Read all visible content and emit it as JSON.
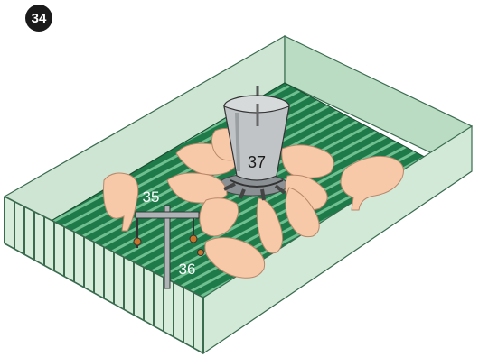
{
  "figure": {
    "badge": "34",
    "labels": {
      "feeder": "37",
      "drinker_group": "35",
      "drinker_post": "36"
    }
  },
  "colors": {
    "floor": "#1f7a4a",
    "slat": "#66b88a",
    "wall": "#cfe6d4",
    "pig": "#f7c9a8",
    "feeder": "#c0c4c6"
  }
}
